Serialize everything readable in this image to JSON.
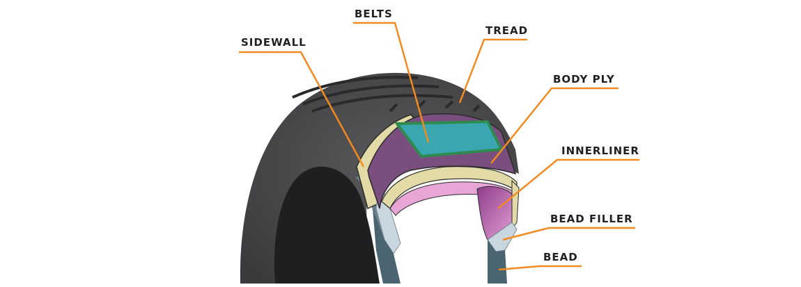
{
  "labels": {
    "belts": "BELTS",
    "tread": "TREAD",
    "sidewall": "SIDEWALL",
    "body_ply": "BODY PLY",
    "innerliner": "INNERLINER",
    "bead_filler": "BEAD FILLER",
    "bead": "BEAD"
  },
  "colors": {
    "leader": "#f28a1f",
    "tire_rubber": "#4a4a4c",
    "belts": "#3aa7b0",
    "body_ply": "#7a4e7e",
    "sidewall_layer": "#e3dba7",
    "innerliner": "#e7a6d6",
    "bead": "#4a6570",
    "bead_filler": "#c8d6df"
  }
}
